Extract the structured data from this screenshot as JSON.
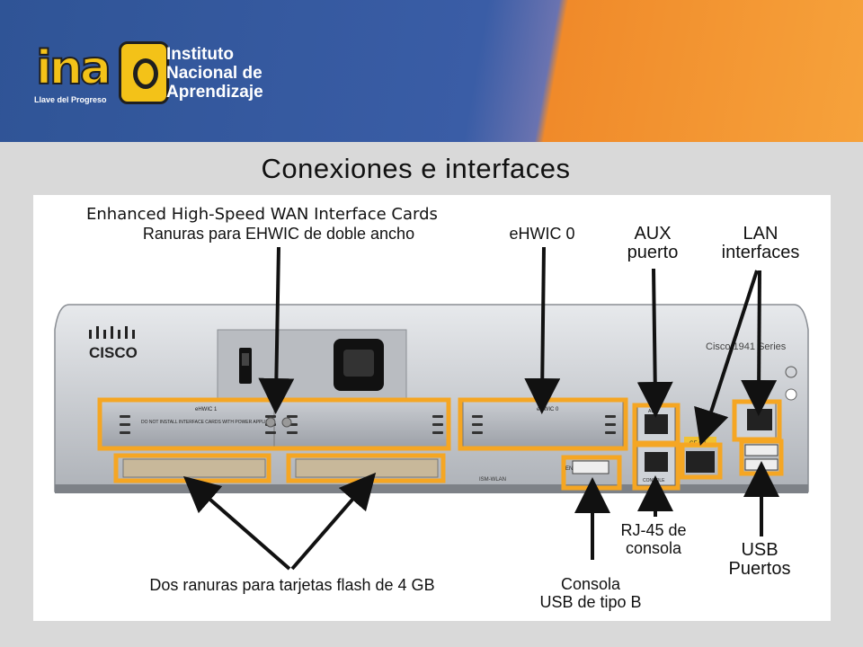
{
  "header": {
    "logo_word": "ina",
    "slogan": "Llave del Progreso",
    "institution_lines": [
      "Instituto",
      "Nacional de",
      "Aprendizaje"
    ]
  },
  "slide_title": "Conexiones e interfaces",
  "overlay_subtitle": "Enhanced High-Speed WAN Interface Cards",
  "router": {
    "brand": "CISCO",
    "series_label": "Cisco 1941 Series",
    "ehwic1_label": "eHWIC 1",
    "ehwic0_label": "eHWIC 0",
    "card_warning": "DO NOT INSTALL INTERFACE CARDS WITH POWER APPLIED",
    "aux_port": "AUX",
    "console_port": "CONSOLE",
    "ge_port": "GE 0/1",
    "ism_label": "ISM-WLAN",
    "en_label": "EN"
  },
  "callouts": {
    "double_wide": "Ranuras para EHWIC de doble ancho",
    "ehwic0": "eHWIC 0",
    "aux": [
      "AUX",
      "puerto"
    ],
    "lan": [
      "LAN",
      "interfaces"
    ],
    "rj45": [
      "RJ-45 de",
      "consola"
    ],
    "usb_ports": [
      "USB",
      "Puertos"
    ],
    "flash": "Dos ranuras para tarjetas flash de 4 GB",
    "usb_console": [
      "Consola",
      "USB de tipo B"
    ]
  },
  "colors": {
    "highlight": "#f5a623",
    "header_blue": "#2f5496",
    "header_orange": "#f6a23b",
    "logo_yellow": "#f3c218"
  }
}
